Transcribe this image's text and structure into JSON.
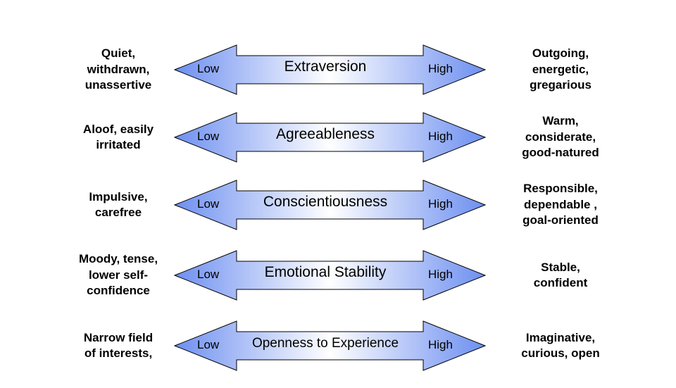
{
  "colors": {
    "arrow_fill_edge": "#6d8ff0",
    "arrow_fill_center": "#ffffff",
    "arrow_stroke": "#000000",
    "text": "#000000"
  },
  "low_label": "Low",
  "high_label": "High",
  "traits": [
    {
      "name": "Extraversion",
      "low_desc": "Quiet,\nwithdrawn,\nunassertive",
      "high_desc": "Outgoing,\nenergetic,\ngregarious"
    },
    {
      "name": "Agreeableness",
      "low_desc": "Aloof, easily\nirritated",
      "high_desc": "Warm,\nconsiderate,\ngood-natured"
    },
    {
      "name": "Conscientiousness",
      "low_desc": "Impulsive,\ncarefree",
      "high_desc": "Responsible,\ndependable ,\ngoal-oriented"
    },
    {
      "name": "Emotional Stability",
      "low_desc": "Moody, tense,\nlower self-\nconfidence",
      "high_desc": "Stable,\nconfident"
    },
    {
      "name": "Openness to Experience",
      "low_desc": "Narrow field\nof interests,",
      "high_desc": "Imaginative,\ncurious, open"
    }
  ]
}
